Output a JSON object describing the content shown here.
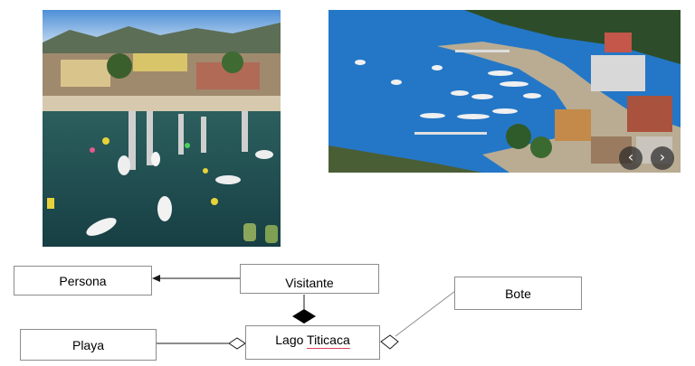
{
  "photos": {
    "left": {
      "subject": "aerial view of harbor with boats and lakeside town"
    },
    "right": {
      "subject": "bay with moored boats and hillside town"
    }
  },
  "carousel": {
    "prev_glyph": "‹",
    "next_glyph": "›"
  },
  "diagram": {
    "classes": {
      "persona": "Persona",
      "visitante": "Visitante",
      "bote": "Bote",
      "playa": "Playa",
      "lago_prefix": "Lago ",
      "lago_word": "Titicaca"
    },
    "relations": [
      {
        "from": "Visitante",
        "to": "Persona",
        "type": "generalization-arrow"
      },
      {
        "from": "Visitante",
        "to": "Lago Titicaca",
        "type": "composition"
      },
      {
        "from": "Playa",
        "to": "Lago Titicaca",
        "type": "aggregation"
      },
      {
        "from": "Bote",
        "to": "Lago Titicaca",
        "type": "aggregation"
      }
    ],
    "colors": {
      "line": "#1a1a1a",
      "box_border": "#8c8c8c",
      "spell_underline": "#e0405a"
    }
  }
}
